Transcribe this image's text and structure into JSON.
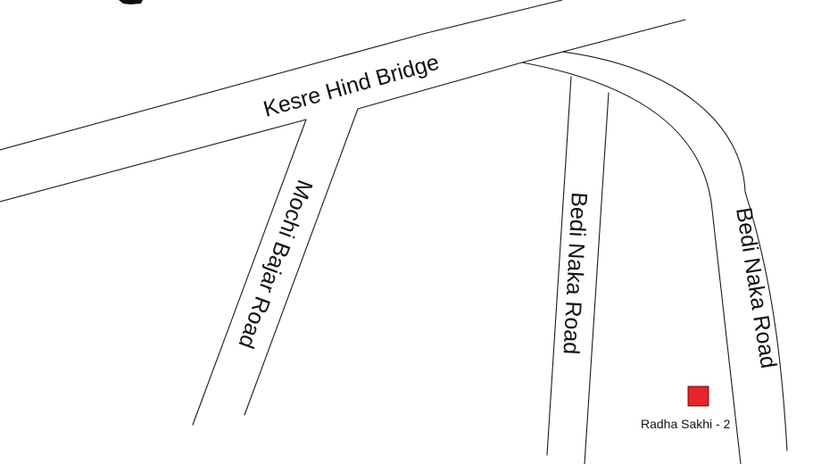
{
  "map": {
    "roads": [
      {
        "id": "kesre-hind-bridge",
        "name": "Kesre Hind Bridge"
      },
      {
        "id": "mochi-bajar-road",
        "name": "Mochi Bajar Road"
      },
      {
        "id": "bedi-naka-road-west",
        "name": "Bedi Naka Road"
      },
      {
        "id": "bedi-naka-road-east",
        "name": "Bedi Naka Road"
      }
    ],
    "landmarks": [
      {
        "id": "radha-sakhi-2",
        "name": "Radha Sakhi - 2",
        "color": "#e8232a"
      }
    ],
    "colors": {
      "background": "#ffffff",
      "road_outline": "#1a1a1a",
      "text": "#111111",
      "marker": "#e8232a"
    }
  }
}
